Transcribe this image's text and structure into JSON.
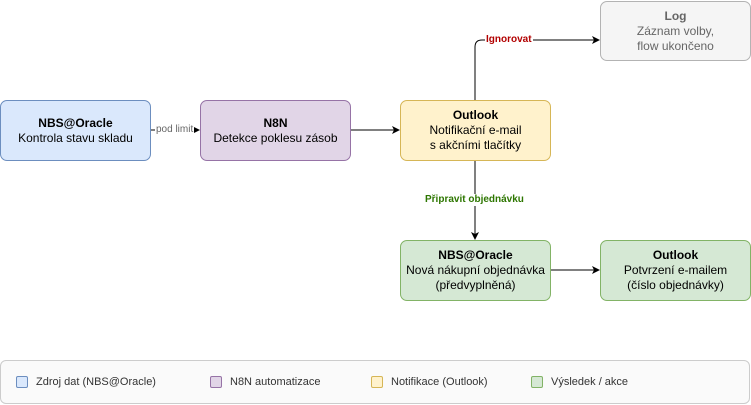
{
  "nodes": {
    "source": {
      "title": "NBS@Oracle",
      "lines": [
        "Kontrola stavu skladu"
      ]
    },
    "n8n": {
      "title": "N8N",
      "lines": [
        "Detekce poklesu zásob"
      ]
    },
    "outlook_notify": {
      "title": "Outlook",
      "lines": [
        "Notifikační e-mail",
        "s akčními tlačítky"
      ]
    },
    "log": {
      "title": "Log",
      "lines": [
        "Záznam volby,",
        "flow ukončeno"
      ]
    },
    "order": {
      "title": "NBS@Oracle",
      "lines": [
        "Nová nákupní objednávka",
        "(předvyplněná)"
      ]
    },
    "confirm": {
      "title": "Outlook",
      "lines": [
        "Potvrzení e-mailem",
        "(číslo objednávky)"
      ]
    }
  },
  "edges": {
    "pod_limit": "pod limit",
    "ignore": "Ignorovat",
    "prepare": "Připravit objednávku"
  },
  "edge_colors": {
    "ignore": "#b20000",
    "prepare": "#2d7600",
    "pod_limit": "#666666"
  },
  "legend": [
    {
      "label": "Zdroj dat (NBS@Oracle)",
      "color": "#dae8fc"
    },
    {
      "label": "N8N automatizace",
      "color": "#e1d5e7"
    },
    {
      "label": "Notifikace (Outlook)",
      "color": "#fff2cc"
    },
    {
      "label": "Výsledek / akce",
      "color": "#d5e8d4"
    }
  ]
}
